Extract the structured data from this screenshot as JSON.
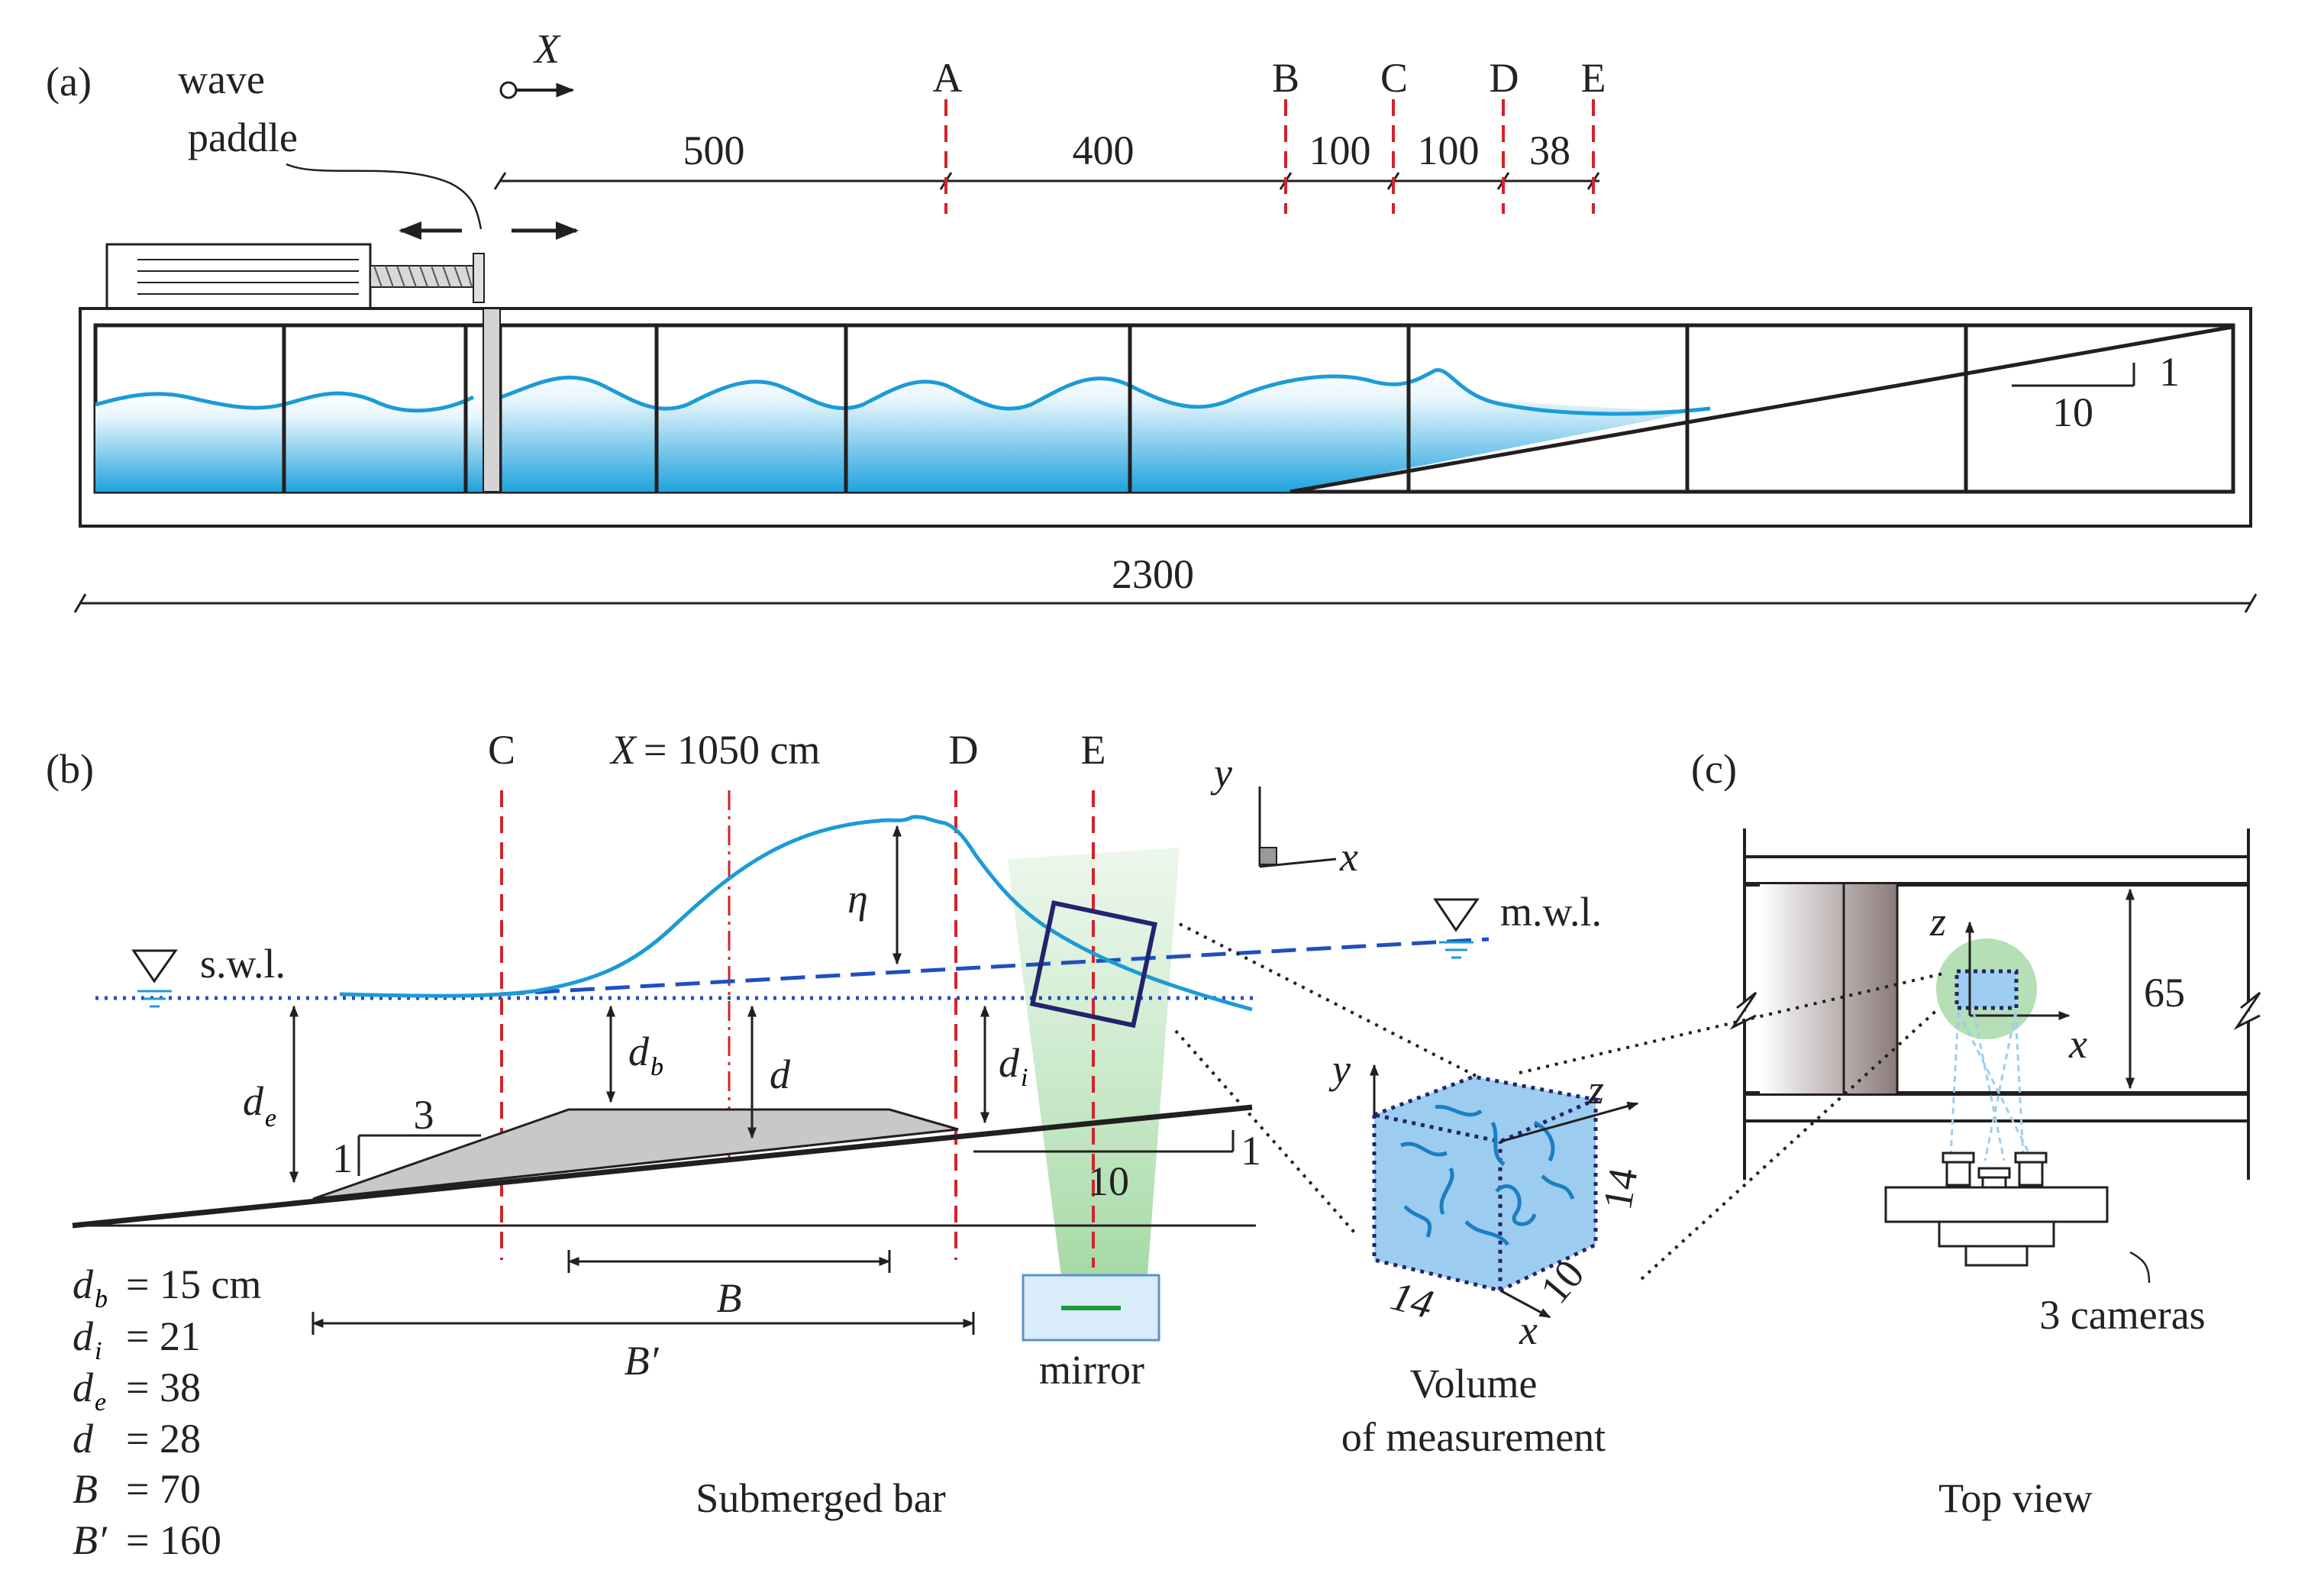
{
  "panel_a": {
    "label": "(a)",
    "paddle_label_1": "wave",
    "paddle_label_2": "paddle",
    "axis_label": "X",
    "stations": [
      "A",
      "B",
      "C",
      "D",
      "E"
    ],
    "distances": [
      "500",
      "400",
      "100",
      "100",
      "38"
    ],
    "slope_run": "10",
    "slope_rise": "1",
    "total_length": "2300"
  },
  "panel_b": {
    "label": "(b)",
    "stations": [
      "C",
      "D",
      "E"
    ],
    "center_label_x": "X",
    "center_label_rest": "= 1050 cm",
    "swl": "s.w.l.",
    "mwl": "m.w.l.",
    "eta": "η",
    "d_b": "d",
    "d_b_sub": "b",
    "d": "d",
    "d_i": "d",
    "d_i_sub": "i",
    "d_e": "d",
    "d_e_sub": "e",
    "bar_slope_run": "3",
    "bar_slope_rise": "1",
    "beach_slope_run": "10",
    "beach_slope_rise": "1",
    "B": "B",
    "B_prime": "B′",
    "mirror": "mirror",
    "axis_y": "y",
    "axis_x": "x",
    "params": [
      {
        "sym": "d",
        "sub": "b",
        "val": "= 15 cm"
      },
      {
        "sym": "d",
        "sub": "i",
        "val": "= 21"
      },
      {
        "sym": "d",
        "sub": "e",
        "val": "= 38"
      },
      {
        "sym": "d",
        "sub": "",
        "val": "= 28"
      },
      {
        "sym": "B",
        "sub": "",
        "val": "= 70"
      },
      {
        "sym": "B′",
        "sub": "",
        "val": "= 160"
      }
    ],
    "caption": "Submerged bar"
  },
  "volume": {
    "axis_y": "y",
    "axis_z": "z",
    "axis_x": "x",
    "dim_14_right": "14",
    "dim_14_left": "14",
    "dim_10": "10",
    "caption_1": "Volume",
    "caption_2": "of measurement"
  },
  "panel_c": {
    "label": "(c)",
    "axis_z": "z",
    "axis_x": "x",
    "width": "65",
    "cameras": "3 cameras",
    "caption": "Top view"
  },
  "colors": {
    "water": "#1fa3dd",
    "wave_line": "#1b9bd7",
    "red_dash": "#d2232a",
    "bar_gray": "#c8c8c8",
    "volume_blue": "#9ccdf0",
    "volume_edge": "#23236e",
    "laser_green": "#a8d9a8"
  }
}
